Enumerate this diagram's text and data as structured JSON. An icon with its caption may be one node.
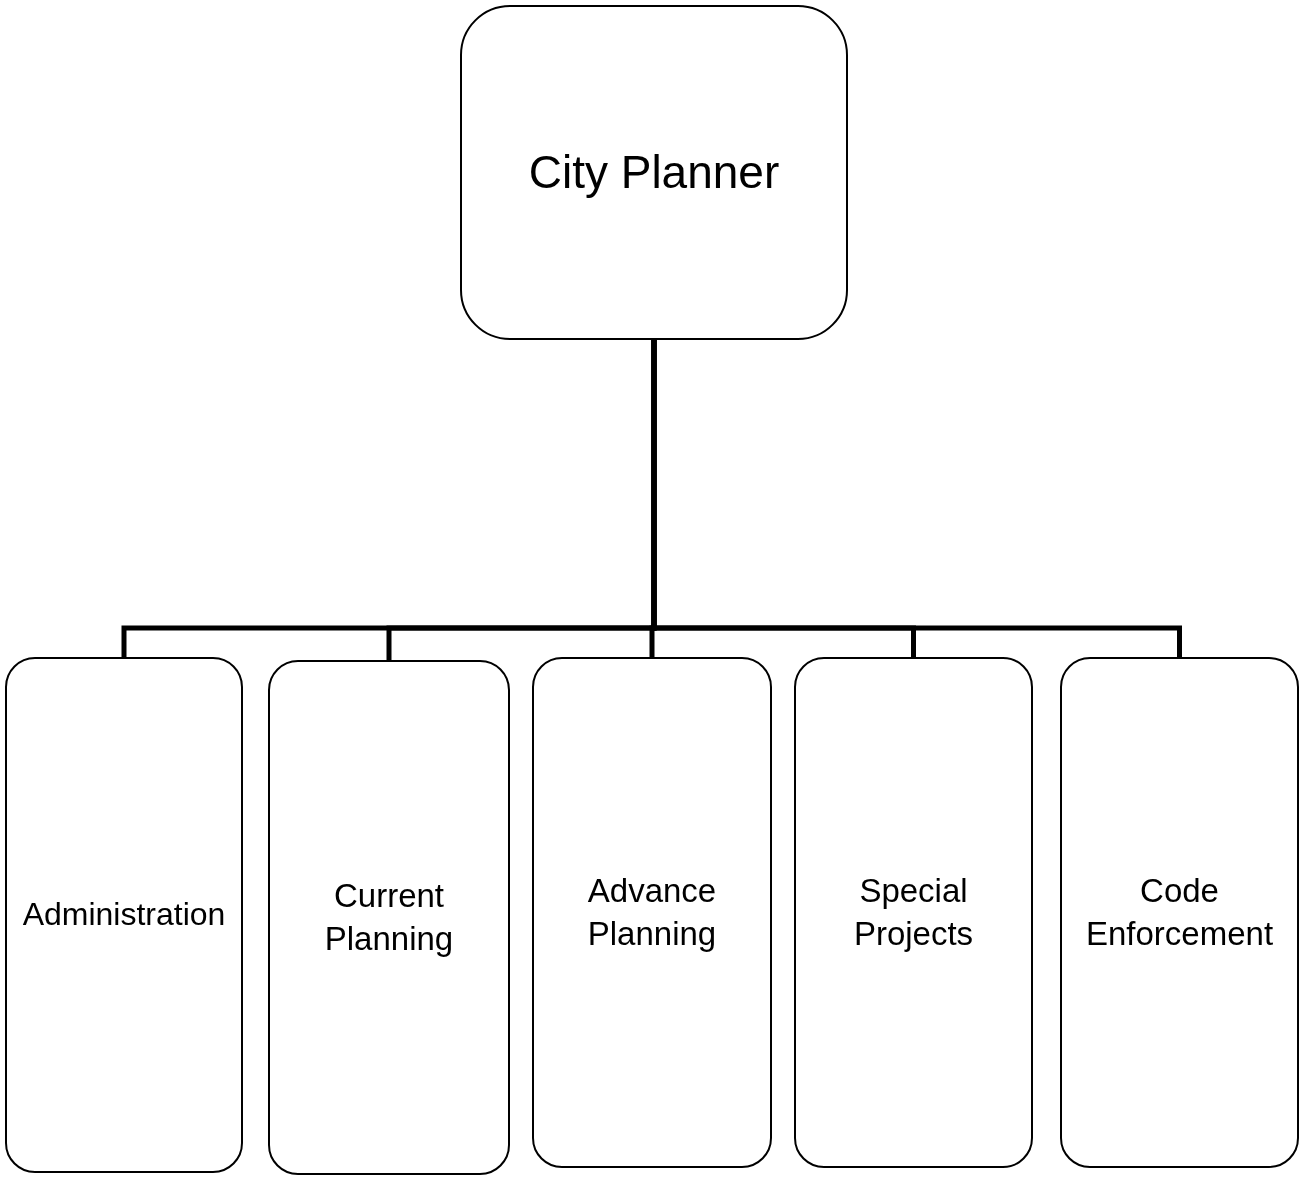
{
  "diagram": {
    "nodes": [
      {
        "text": [
          "City Planner"
        ]
      },
      {
        "text": [
          "Administration"
        ]
      },
      {
        "text": [
          "Current Planning"
        ]
      },
      {
        "text": [
          "Advance Planning"
        ]
      },
      {
        "text": [
          "Special Projects"
        ]
      },
      {
        "text": [
          "Code Enforcement"
        ]
      }
    ],
    "edges": [
      {
        "from": 0,
        "to": 1,
        "arrow": "none"
      },
      {
        "from": 0,
        "to": 2,
        "arrow": "none"
      },
      {
        "from": 0,
        "to": 3,
        "arrow": "none"
      },
      {
        "from": 0,
        "to": 4,
        "arrow": "none"
      },
      {
        "from": 0,
        "to": 5,
        "arrow": "none"
      }
    ]
  }
}
